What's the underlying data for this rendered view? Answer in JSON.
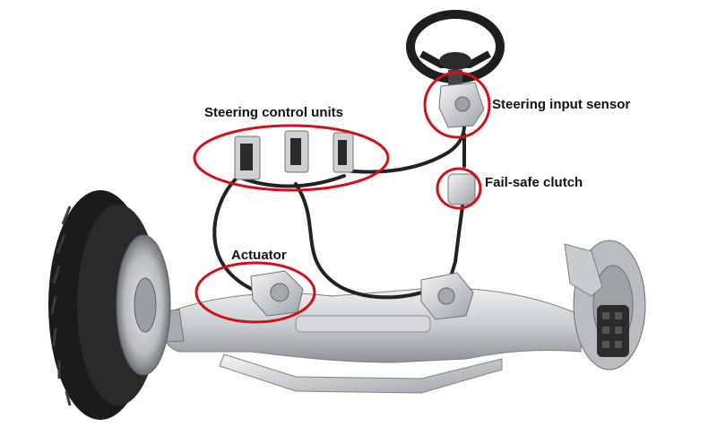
{
  "labels": {
    "steering_control_units": "Steering control units",
    "steering_input_sensor": "Steering input sensor",
    "fail_safe_clutch": "Fail-safe clutch",
    "actuator": "Actuator"
  },
  "colors": {
    "highlight_ring": "#d0101a",
    "background": "#ffffff",
    "metal_light": "#d9dadc",
    "metal_dark": "#8c8f94",
    "tire": "#1b1b1b",
    "cable": "#222222"
  },
  "icons": [
    "steering-wheel-icon",
    "tire-icon",
    "brake-caliper-icon",
    "control-unit-icon"
  ]
}
